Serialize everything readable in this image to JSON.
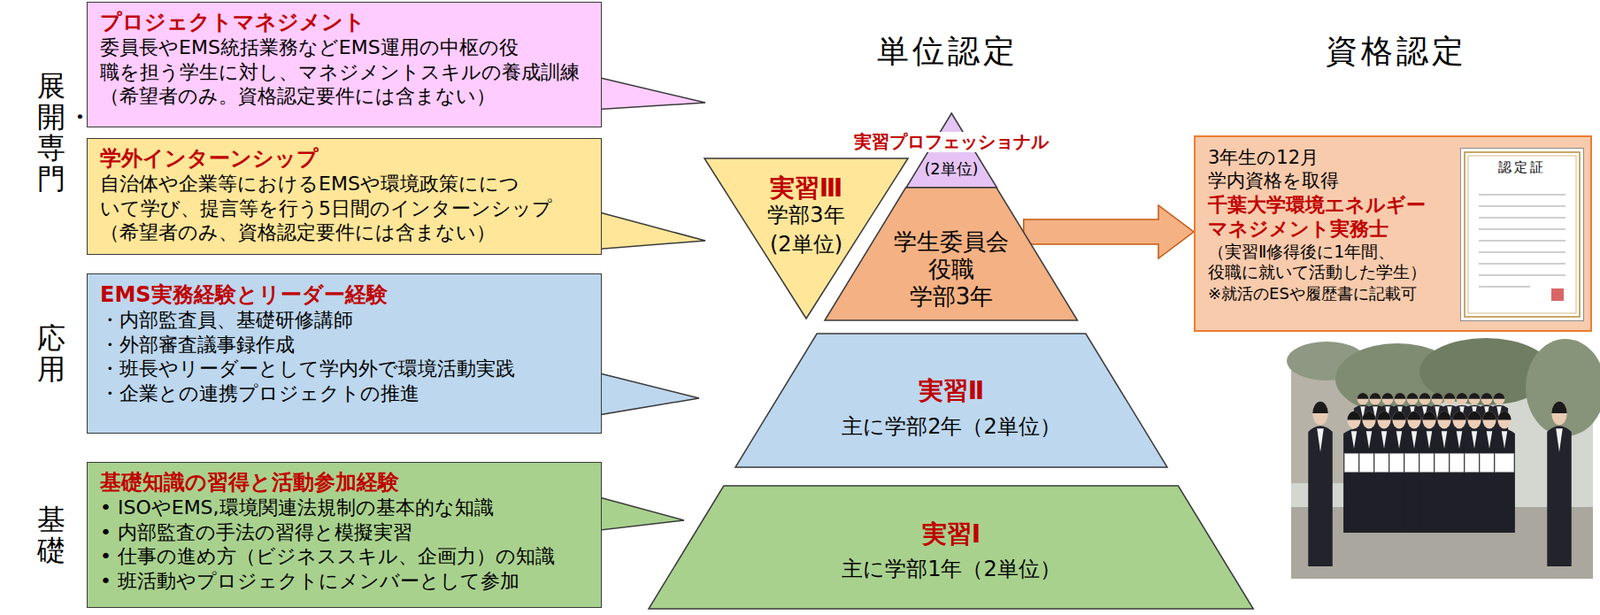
{
  "diagram": {
    "nodes": [
      {
        "text": [
          "プロジェクトマネジメント",
          "委員長やEMS統括業務などEMS運用の中枢の役 職を担う学生に対し、マネジメントスキルの養成訓練 （希望者のみ。資格認定要件には含まない）"
        ]
      },
      {
        "text": [
          "学外インターンシップ",
          "自治体や企業等におけるEMSや環境政策ににつ いて学び、提言等を行う5日間のインターンシップ （希望者のみ、資格認定要件には含まない）"
        ]
      },
      {
        "text": [
          "EMS実務経験とリーダー経験",
          "・内部監査員、基礎研修講師",
          "・外部審査議事録作成",
          "・班長やリーダーとして学内外で環境活動実践",
          "・企業との連携プロジェクトの推進"
        ]
      },
      {
        "text": [
          "基礎知識の習得と活動参加経験",
          "• ISOやEMS,環境関連法規制の基本的な知識",
          "• 内部監査の手法の習得と模擬実習",
          "• 仕事の進め方（ビジネススキル、企画力）の知識",
          "• 班活動やプロジェクトにメンバーとして参加"
        ]
      },
      {
        "text": [
          "実習プロフェッショナル",
          "(2単位)"
        ]
      },
      {
        "text": [
          "実習Ⅲ",
          "学部3年",
          "(2単位)"
        ]
      },
      {
        "text": [
          "学生委員会 役職 学部3年"
        ]
      },
      {
        "text": [
          "実習Ⅱ",
          "主に学部2年（2単位）"
        ]
      },
      {
        "text": [
          "実習Ⅰ",
          "主に学部1年（2単位）"
        ]
      },
      {
        "text": [
          "3年生の12月 学内資格を取得",
          "千葉大学環境エネルギー マネジメント実務士",
          "（実習Ⅱ修得後に1年間、 役職に就いて活動した学生）",
          "※就活のESや履歴書に記載可"
        ]
      },
      {
        "text": [
          "認定証"
        ],
        "in": 9
      }
    ],
    "edges": [
      {
        "from": 6,
        "to": 9,
        "arrow": "to"
      }
    ],
    "labels": [
      "展開・専門",
      "応用",
      "基礎",
      "単位認定",
      "資格認定"
    ]
  }
}
